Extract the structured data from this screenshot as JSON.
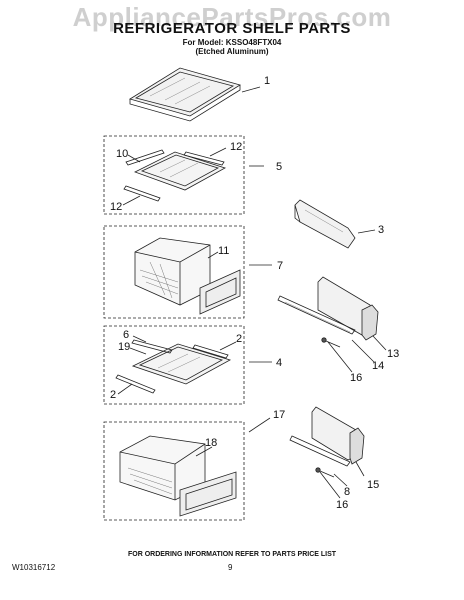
{
  "watermark": "AppliancePartsPros.com",
  "title": "REFRIGERATOR SHELF PARTS",
  "model_line": "For Model: KSSO48FTX04",
  "finish_line": "(Etched Aluminum)",
  "callouts": {
    "c1": "1",
    "c2a": "2",
    "c2b": "2",
    "c3": "3",
    "c4": "4",
    "c5": "5",
    "c6": "6",
    "c7": "7",
    "c8": "8",
    "c10": "10",
    "c11": "11",
    "c12a": "12",
    "c12b": "12",
    "c13": "13",
    "c14": "14",
    "c15": "15",
    "c16a": "16",
    "c16b": "16",
    "c17": "17",
    "c18": "18",
    "c19": "19"
  },
  "footer_note": "FOR ORDERING INFORMATION REFER TO PARTS PRICE LIST",
  "doc_number": "W10316712",
  "page_number": "9"
}
